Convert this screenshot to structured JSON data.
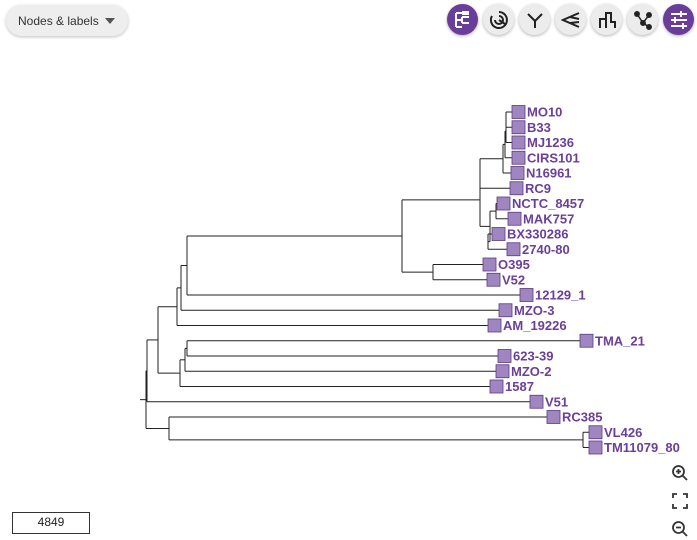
{
  "dropdown": {
    "label": "Nodes & labels"
  },
  "toolbar": {
    "buttons": [
      {
        "icon": "rectangular-tree-icon",
        "active": true
      },
      {
        "icon": "circular-tree-icon",
        "active": false
      },
      {
        "icon": "radial-tree-icon",
        "active": false
      },
      {
        "icon": "diagonal-tree-icon",
        "active": false
      },
      {
        "icon": "hierarchical-tree-icon",
        "active": false
      },
      {
        "icon": "network-tree-icon",
        "active": false
      },
      {
        "icon": "settings-sliders-icon",
        "active": true
      }
    ]
  },
  "colors": {
    "accent": "#6a3d9a",
    "leaf_node": "#9f86c0",
    "label": "#6b3f98",
    "branch": "#222222"
  },
  "tree": {
    "leaves": [
      "MO10",
      "B33",
      "MJ1236",
      "CIRS101",
      "N16961",
      "RC9",
      "NCTC_8457",
      "MAK757",
      "BX330286",
      "2740-80",
      "O395",
      "V52",
      "12129_1",
      "MZO-3",
      "AM_19226",
      "TMA_21",
      "623-39",
      "MZO-2",
      "1587",
      "V51",
      "RC385",
      "VL426",
      "TM11079_80"
    ]
  },
  "scale": {
    "value": "4849"
  },
  "zoom": {
    "icons": [
      "zoom-in-icon",
      "fit-to-screen-icon",
      "zoom-out-icon"
    ]
  }
}
